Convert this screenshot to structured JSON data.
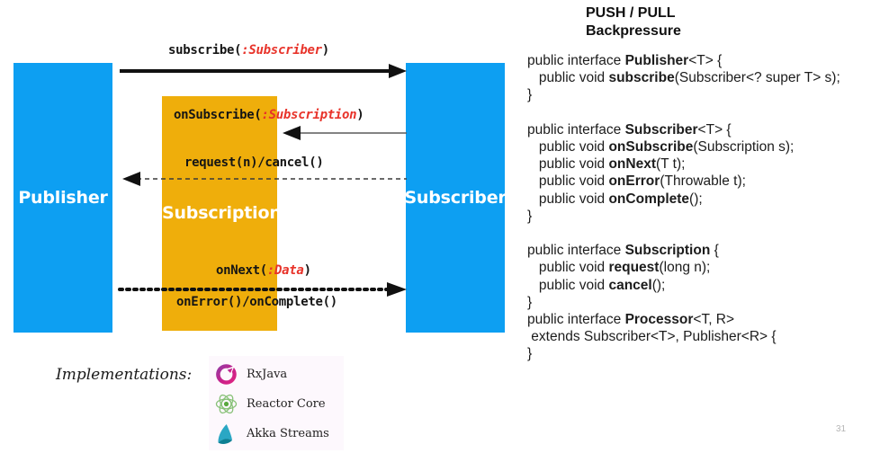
{
  "diagram": {
    "publisher": {
      "label": "Publisher",
      "color": "#0d9ff2"
    },
    "subscriber": {
      "label": "Subscriber",
      "color": "#0d9ff2"
    },
    "subscription": {
      "label": "Subscription",
      "color": "#efae0b"
    },
    "messages": [
      {
        "name": "subscribe",
        "prefix": "subscribe(",
        "param": ":Subscriber",
        "suffix": ")",
        "arrow": "solid-thick-right"
      },
      {
        "name": "onSubscribe",
        "prefix": "onSubscribe(",
        "param": ":Subscription",
        "suffix": ")",
        "arrow": "solid-thin-left"
      },
      {
        "name": "request-cancel",
        "prefix": "request(n)/cancel()",
        "param": "",
        "suffix": "",
        "arrow": "dashed-left"
      },
      {
        "name": "onNext",
        "prefix": "onNext(",
        "param": ":Data",
        "suffix": ")",
        "arrow": "dotted-thick-right"
      },
      {
        "name": "onError-onComplete",
        "prefix": "onError()/onComplete()",
        "param": "",
        "suffix": "",
        "arrow": "none"
      }
    ],
    "param_color": "#e8332a"
  },
  "implementations": {
    "label": "Implementations:",
    "items": [
      {
        "name": "RxJava",
        "logo": "rxjava-logo",
        "color": "#c9208a"
      },
      {
        "name": "Reactor Core",
        "logo": "reactor-core-logo",
        "color": "#7bbf6a"
      },
      {
        "name": "Akka Streams",
        "logo": "akka-streams-logo",
        "color": "#1b9cb0"
      }
    ]
  },
  "code": {
    "title": "PUSH / PULL\nBackpressure",
    "lines": [
      {
        "indent": 0,
        "parts": [
          {
            "t": "public interface ",
            "b": false
          },
          {
            "t": "Publisher",
            "b": true
          },
          {
            "t": "<T> {",
            "b": false
          }
        ]
      },
      {
        "indent": 1,
        "parts": [
          {
            "t": "public void ",
            "b": false
          },
          {
            "t": "subscribe",
            "b": true
          },
          {
            "t": "(Subscriber<? super T> s);",
            "b": false
          }
        ]
      },
      {
        "indent": 0,
        "parts": [
          {
            "t": "}",
            "b": false
          }
        ]
      },
      {
        "indent": 0,
        "parts": []
      },
      {
        "indent": 0,
        "parts": [
          {
            "t": "public interface ",
            "b": false
          },
          {
            "t": "Subscriber",
            "b": true
          },
          {
            "t": "<T> {",
            "b": false
          }
        ]
      },
      {
        "indent": 1,
        "parts": [
          {
            "t": "public void ",
            "b": false
          },
          {
            "t": "onSubscribe",
            "b": true
          },
          {
            "t": "(Subscription s);",
            "b": false
          }
        ]
      },
      {
        "indent": 1,
        "parts": [
          {
            "t": "public void ",
            "b": false
          },
          {
            "t": "onNext",
            "b": true
          },
          {
            "t": "(T t);",
            "b": false
          }
        ]
      },
      {
        "indent": 1,
        "parts": [
          {
            "t": "public void ",
            "b": false
          },
          {
            "t": "onError",
            "b": true
          },
          {
            "t": "(Throwable t);",
            "b": false
          }
        ]
      },
      {
        "indent": 1,
        "parts": [
          {
            "t": "public void ",
            "b": false
          },
          {
            "t": "onComplete",
            "b": true
          },
          {
            "t": "();",
            "b": false
          }
        ]
      },
      {
        "indent": 0,
        "parts": [
          {
            "t": "}",
            "b": false
          }
        ]
      },
      {
        "indent": 0,
        "parts": []
      },
      {
        "indent": 0,
        "parts": [
          {
            "t": "public interface ",
            "b": false
          },
          {
            "t": "Subscription",
            "b": true
          },
          {
            "t": " {",
            "b": false
          }
        ]
      },
      {
        "indent": 1,
        "parts": [
          {
            "t": "public void ",
            "b": false
          },
          {
            "t": "request",
            "b": true
          },
          {
            "t": "(long n);",
            "b": false
          }
        ]
      },
      {
        "indent": 1,
        "parts": [
          {
            "t": "public void ",
            "b": false
          },
          {
            "t": "cancel",
            "b": true
          },
          {
            "t": "();",
            "b": false
          }
        ]
      },
      {
        "indent": 0,
        "parts": [
          {
            "t": "}",
            "b": false
          }
        ]
      },
      {
        "indent": 0,
        "parts": [
          {
            "t": "public interface ",
            "b": false
          },
          {
            "t": "Processor",
            "b": true
          },
          {
            "t": "<T, R>",
            "b": false
          }
        ]
      },
      {
        "indent": 0,
        "parts": [
          {
            "t": " extends Subscriber<T>, Publisher<R> {",
            "b": false
          }
        ]
      },
      {
        "indent": 0,
        "parts": [
          {
            "t": "}",
            "b": false
          }
        ]
      }
    ]
  },
  "page_number": "31"
}
